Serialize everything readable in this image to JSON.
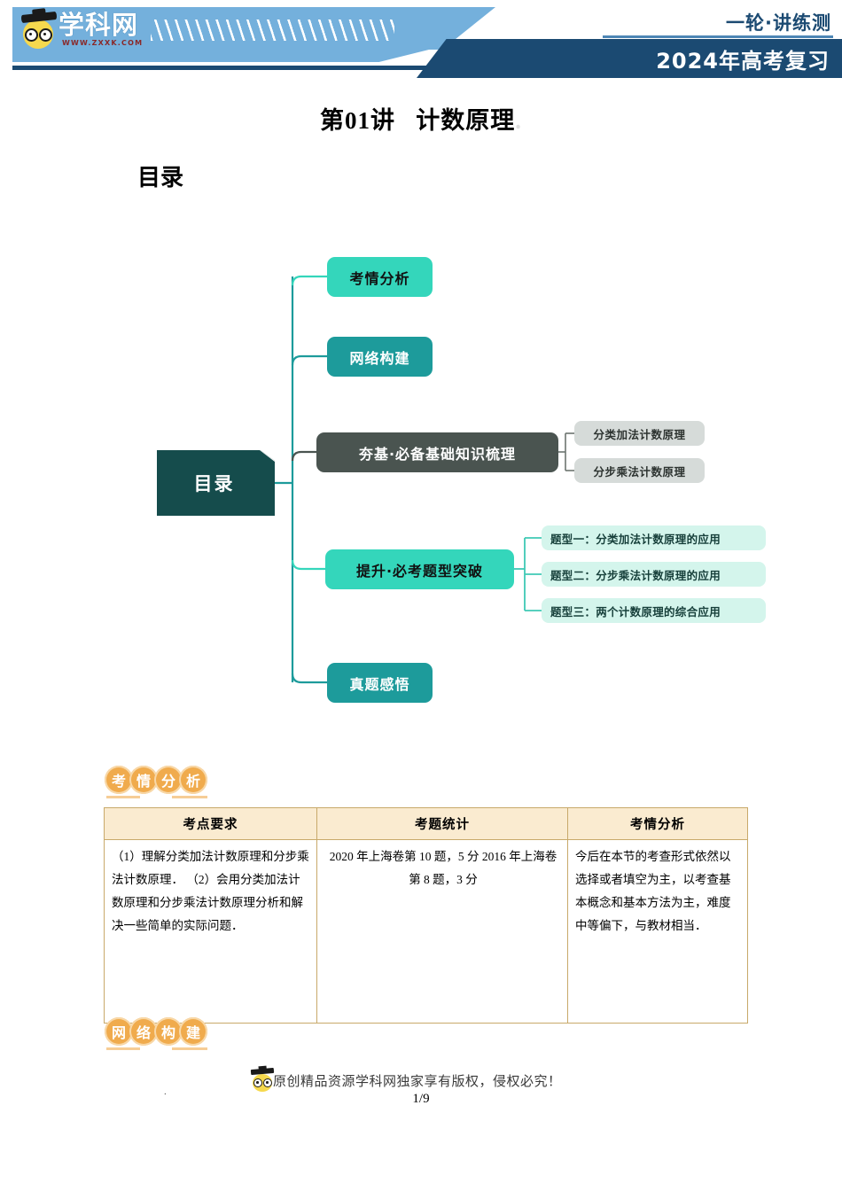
{
  "header": {
    "brand_name": "学科网",
    "brand_url": "WWW.ZXXK.COM",
    "tagline": "一轮·讲练测",
    "series": "2024年高考复习",
    "colors": {
      "light_blue": "#74b0dc",
      "navy": "#1b4a72"
    }
  },
  "document": {
    "title_prefix": "第01讲",
    "title_main": "计数原理",
    "toc_heading": "目录",
    "title_dot": "."
  },
  "mindmap": {
    "root": "目录",
    "branches": [
      {
        "label": "考情分析",
        "color": "#34d6bb"
      },
      {
        "label": "网络构建",
        "color": "#1d9b9b"
      },
      {
        "label": "夯基·必备基础知识梳理",
        "color": "#4a5450"
      },
      {
        "label": "提升·必考题型突破",
        "color": "#34d6bb"
      },
      {
        "label": "真题感悟",
        "color": "#1d9b9b"
      }
    ],
    "knowledge_items": [
      "分类加法计数原理",
      "分步乘法计数原理"
    ],
    "problem_types": [
      "题型一：分类加法计数原理的应用",
      "题型二：分步乘法计数原理的应用",
      "题型三：两个计数原理的综合应用"
    ]
  },
  "sections": {
    "exam_analysis_badge": [
      "考",
      "情",
      "分",
      "析"
    ],
    "network_badge": [
      "网",
      "络",
      "构",
      "建"
    ],
    "badge_color": "#f0ab4d"
  },
  "table": {
    "headers": [
      "考点要求",
      "考题统计",
      "考情分析"
    ],
    "rows": [
      {
        "requirement": "（1）理解分类加法计数原理和分步乘法计数原理．\n（2）会用分类加法计数原理和分步乘法计数原理分析和解决一些简单的实际问题．",
        "statistics": "2020 年上海卷第 10 题，5 分\n2016 年上海卷第 8 题，3 分",
        "analysis": "今后在本节的考查形式依然以选择或者填空为主，以考查基本概念和基本方法为主，难度中等偏下，与教材相当．"
      }
    ]
  },
  "footer": {
    "copyright": "原创精品资源学科网独家享有版权，侵权必究！",
    "page": "1/9",
    "stray_mark": "."
  }
}
